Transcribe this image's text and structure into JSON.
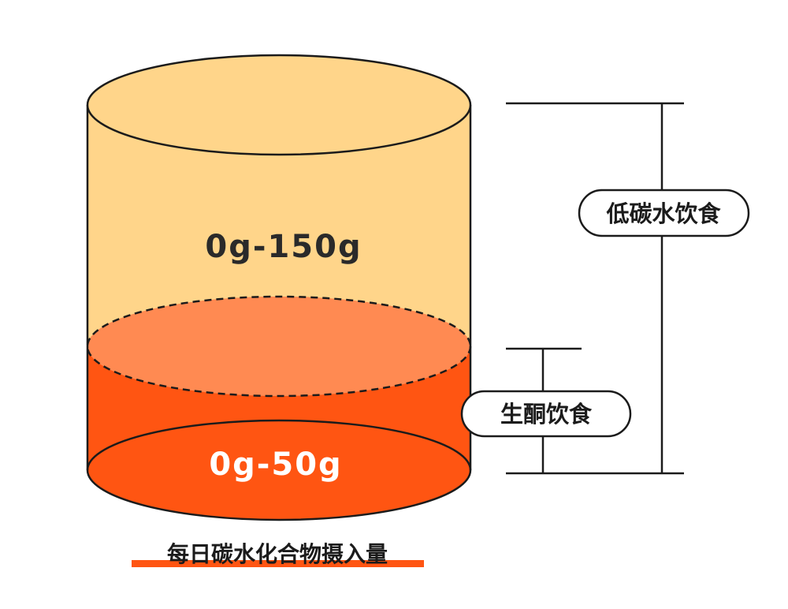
{
  "colors": {
    "low_carb_fill": "#FFD58A",
    "keto_fill": "#FF5512",
    "keto_top_fill": "#FF8A52",
    "outline": "#1b1b1b",
    "keto_label_text": "#ffffff",
    "low_carb_label_text": "#2a2a2a",
    "caption_underline": "#FF5512"
  },
  "cylinder": {
    "upper_range": "0g-150g",
    "lower_range": "0g-50g"
  },
  "labels": {
    "low_carb": "低碳水饮食",
    "keto": "生酮饮食"
  },
  "caption": "每日碳水化合物摄入量"
}
